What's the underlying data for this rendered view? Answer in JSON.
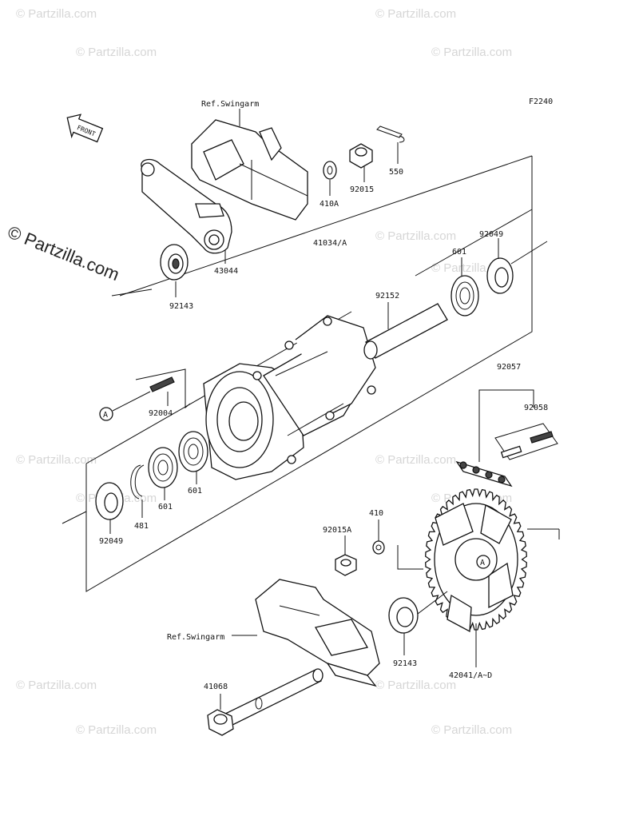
{
  "figure_code": "F2240",
  "watermarks": {
    "main": "© Partzilla.com",
    "tile": "© Partzilla.com"
  },
  "front_arrow": "FRONT",
  "reference_marker": "A",
  "labels": {
    "ref_swingarm_top": "Ref.Swingarm",
    "ref_swingarm_bottom": "Ref.Swingarm",
    "p550": "550",
    "p92015": "92015",
    "p410A": "410A",
    "p43044": "43044",
    "p92143_left": "92143",
    "p41034": "41034/A",
    "p601_top": "601",
    "p92049_top": "92049",
    "p92152": "92152",
    "p92057": "92057",
    "p92058": "92058",
    "p92004": "92004",
    "p601_mid": "601",
    "p601_low": "601",
    "p481": "481",
    "p92049_bottom": "92049",
    "p410": "410",
    "p92015A": "92015A",
    "p92143_right": "92143",
    "p42041": "42041/A~D",
    "p41068": "41068"
  }
}
